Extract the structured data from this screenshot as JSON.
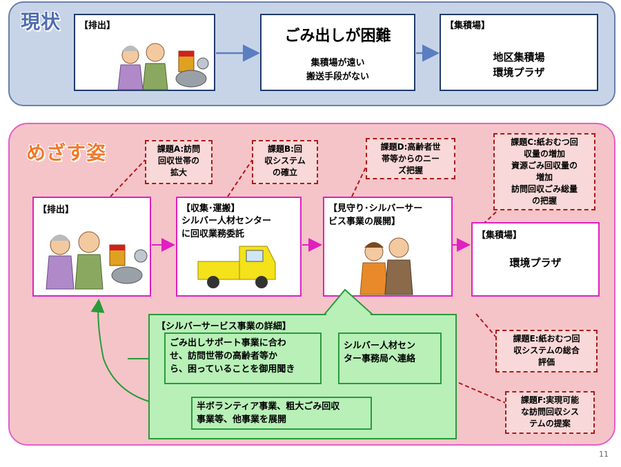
{
  "top": {
    "title": "現状",
    "box1_label": "【排出】",
    "box2_title": "ごみ出しが困難",
    "box2_line1": "集積場が遠い",
    "box2_line2": "搬送手段がない",
    "box3_label": "【集積場】",
    "box3_line1": "地区集積場",
    "box3_line2": "環境プラザ"
  },
  "bottom": {
    "title": "めざす姿",
    "b1_label": "【排出】",
    "b2_label": "【収集･運搬】",
    "b2_line1": "シルバー人材センター",
    "b2_line2": "に回収業務委託",
    "b3_line1": "【見守り･シルバーサー",
    "b3_line2": "ビス事業の展開】",
    "b4_label": "【集積場】",
    "b4_text": "環境プラザ",
    "issueA": [
      "課題A:訪問",
      "回収世帯の",
      "拡大"
    ],
    "issueB": [
      "課題B:回",
      "収システム",
      "の確立"
    ],
    "issueD": [
      "課題D:高齢者世",
      "帯等からのニー",
      "ズ把握"
    ],
    "issueC": [
      "課題C:紙おむつ回",
      "収量の増加",
      "資源ごみ回収量の",
      "増加",
      "訪問回収ごみ総量",
      "の把握"
    ],
    "issueE": [
      "課題E:紙おむつ回",
      "収システムの総合",
      "評価"
    ],
    "issueF": [
      "課題F:実現可能",
      "な訪問回収シス",
      "テムの提案"
    ],
    "detail_title": "【シルバーサービス事業の詳細】",
    "detail1": [
      "ごみ出しサポート事業に合わ",
      "せ、訪問世帯の高齢者等か",
      "ら、困っていることを御用聞き"
    ],
    "detail2": [
      "シルバー人材セン",
      "ター事務局へ連絡"
    ],
    "detail3": [
      "半ボランティア事業、粗大ごみ回収",
      "事業等、他事業を展開"
    ]
  },
  "page_number": "11",
  "colors": {
    "navy": "#1f3a6b",
    "magenta": "#e020c0",
    "green": "#2a9a3a",
    "dashed_red": "#b01818"
  }
}
